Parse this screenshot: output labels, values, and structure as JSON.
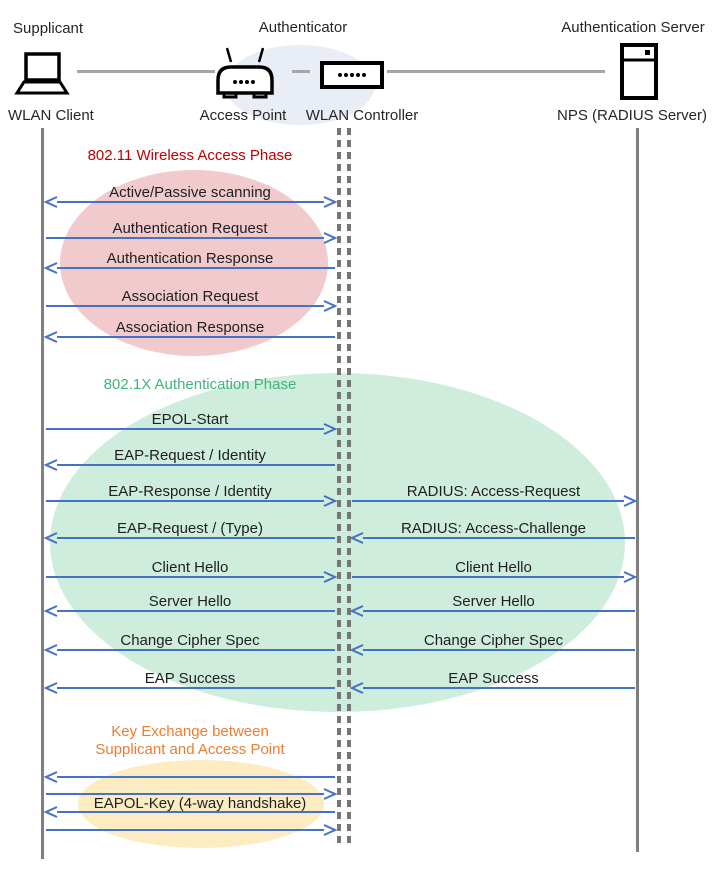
{
  "actors": {
    "supplicant": {
      "role": "Supplicant",
      "device": "WLAN Client",
      "icon": "laptop-icon"
    },
    "authenticator": {
      "role": "Authenticator",
      "devices": [
        {
          "name": "Access Point",
          "icon": "access-point-icon"
        },
        {
          "name": "WLAN Controller",
          "icon": "wlan-controller-icon"
        }
      ]
    },
    "authentication_server": {
      "role": "Authentication Server",
      "device": "NPS (RADIUS Server)",
      "icon": "server-icon"
    }
  },
  "phases": {
    "wireless_access": {
      "title": "802.11 Wireless Access Phase",
      "title_color": "#C00000",
      "ellipse_color": "#F1CACD",
      "messages": [
        {
          "label": "Active/Passive scanning",
          "direction": "both"
        },
        {
          "label": "Authentication Request",
          "direction": "right"
        },
        {
          "label": "Authentication Response",
          "direction": "left"
        },
        {
          "label": "Association Request",
          "direction": "right"
        },
        {
          "label": "Association Response",
          "direction": "left"
        }
      ]
    },
    "dot1x_auth": {
      "title": "802.1X Authentication Phase",
      "title_color": "#3FB577",
      "ellipse_color": "#CEEDDC",
      "client_messages": [
        {
          "label": "EPOL-Start",
          "direction": "right"
        },
        {
          "label": "EAP-Request / Identity",
          "direction": "left"
        },
        {
          "label": "EAP-Response / Identity",
          "direction": "right"
        },
        {
          "label": "EAP-Request / (Type)",
          "direction": "left"
        },
        {
          "label": "Client Hello",
          "direction": "right"
        },
        {
          "label": "Server Hello",
          "direction": "left"
        },
        {
          "label": "Change Cipher Spec",
          "direction": "left"
        },
        {
          "label": "EAP Success",
          "direction": "left"
        }
      ],
      "server_messages": [
        {
          "label": "RADIUS: Access-Request",
          "direction": "right"
        },
        {
          "label": "RADIUS: Access-Challenge",
          "direction": "left"
        },
        {
          "label": "Client Hello",
          "direction": "right"
        },
        {
          "label": "Server Hello",
          "direction": "left"
        },
        {
          "label": "Change Cipher Spec",
          "direction": "left"
        },
        {
          "label": "EAP Success",
          "direction": "left"
        }
      ]
    },
    "key_exchange": {
      "title_line1": "Key Exchange between",
      "title_line2": "Supplicant and Access Point",
      "title_color": "#ED7D31",
      "ellipse_color": "#FDEBC2",
      "message": {
        "label": "EAPOL-Key (4-way handshake)"
      },
      "arrow_directions": [
        "left",
        "right",
        "left",
        "right"
      ]
    }
  },
  "colors": {
    "arrow": "#4472C4",
    "lifeline": "#7F7F7F",
    "header_connector": "#A6A6A6",
    "authenticator_ellipse": "#E9EDF6",
    "text": "#262626"
  }
}
